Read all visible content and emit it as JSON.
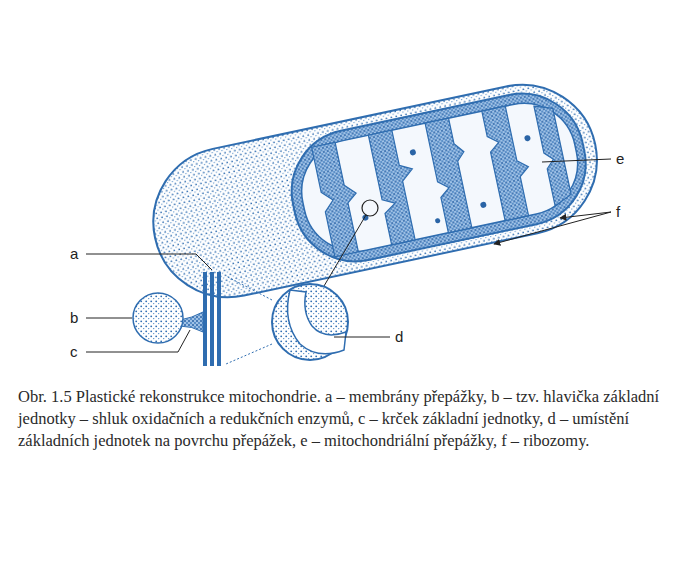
{
  "diagram": {
    "caption": "Obr. 1.5 Plastické rekonstrukce mitochondrie. a – membrány přepážky, b – tzv. hlavička základní jednotky – shluk oxidačních a redukčních enzymů, c – krček základní jednotky, d – umístění základních jednotek na povrchu přepážek, e – mitochondriální přepážky, f – ribozomy.",
    "labels": [
      "a",
      "b",
      "c",
      "d",
      "e",
      "f"
    ]
  }
}
